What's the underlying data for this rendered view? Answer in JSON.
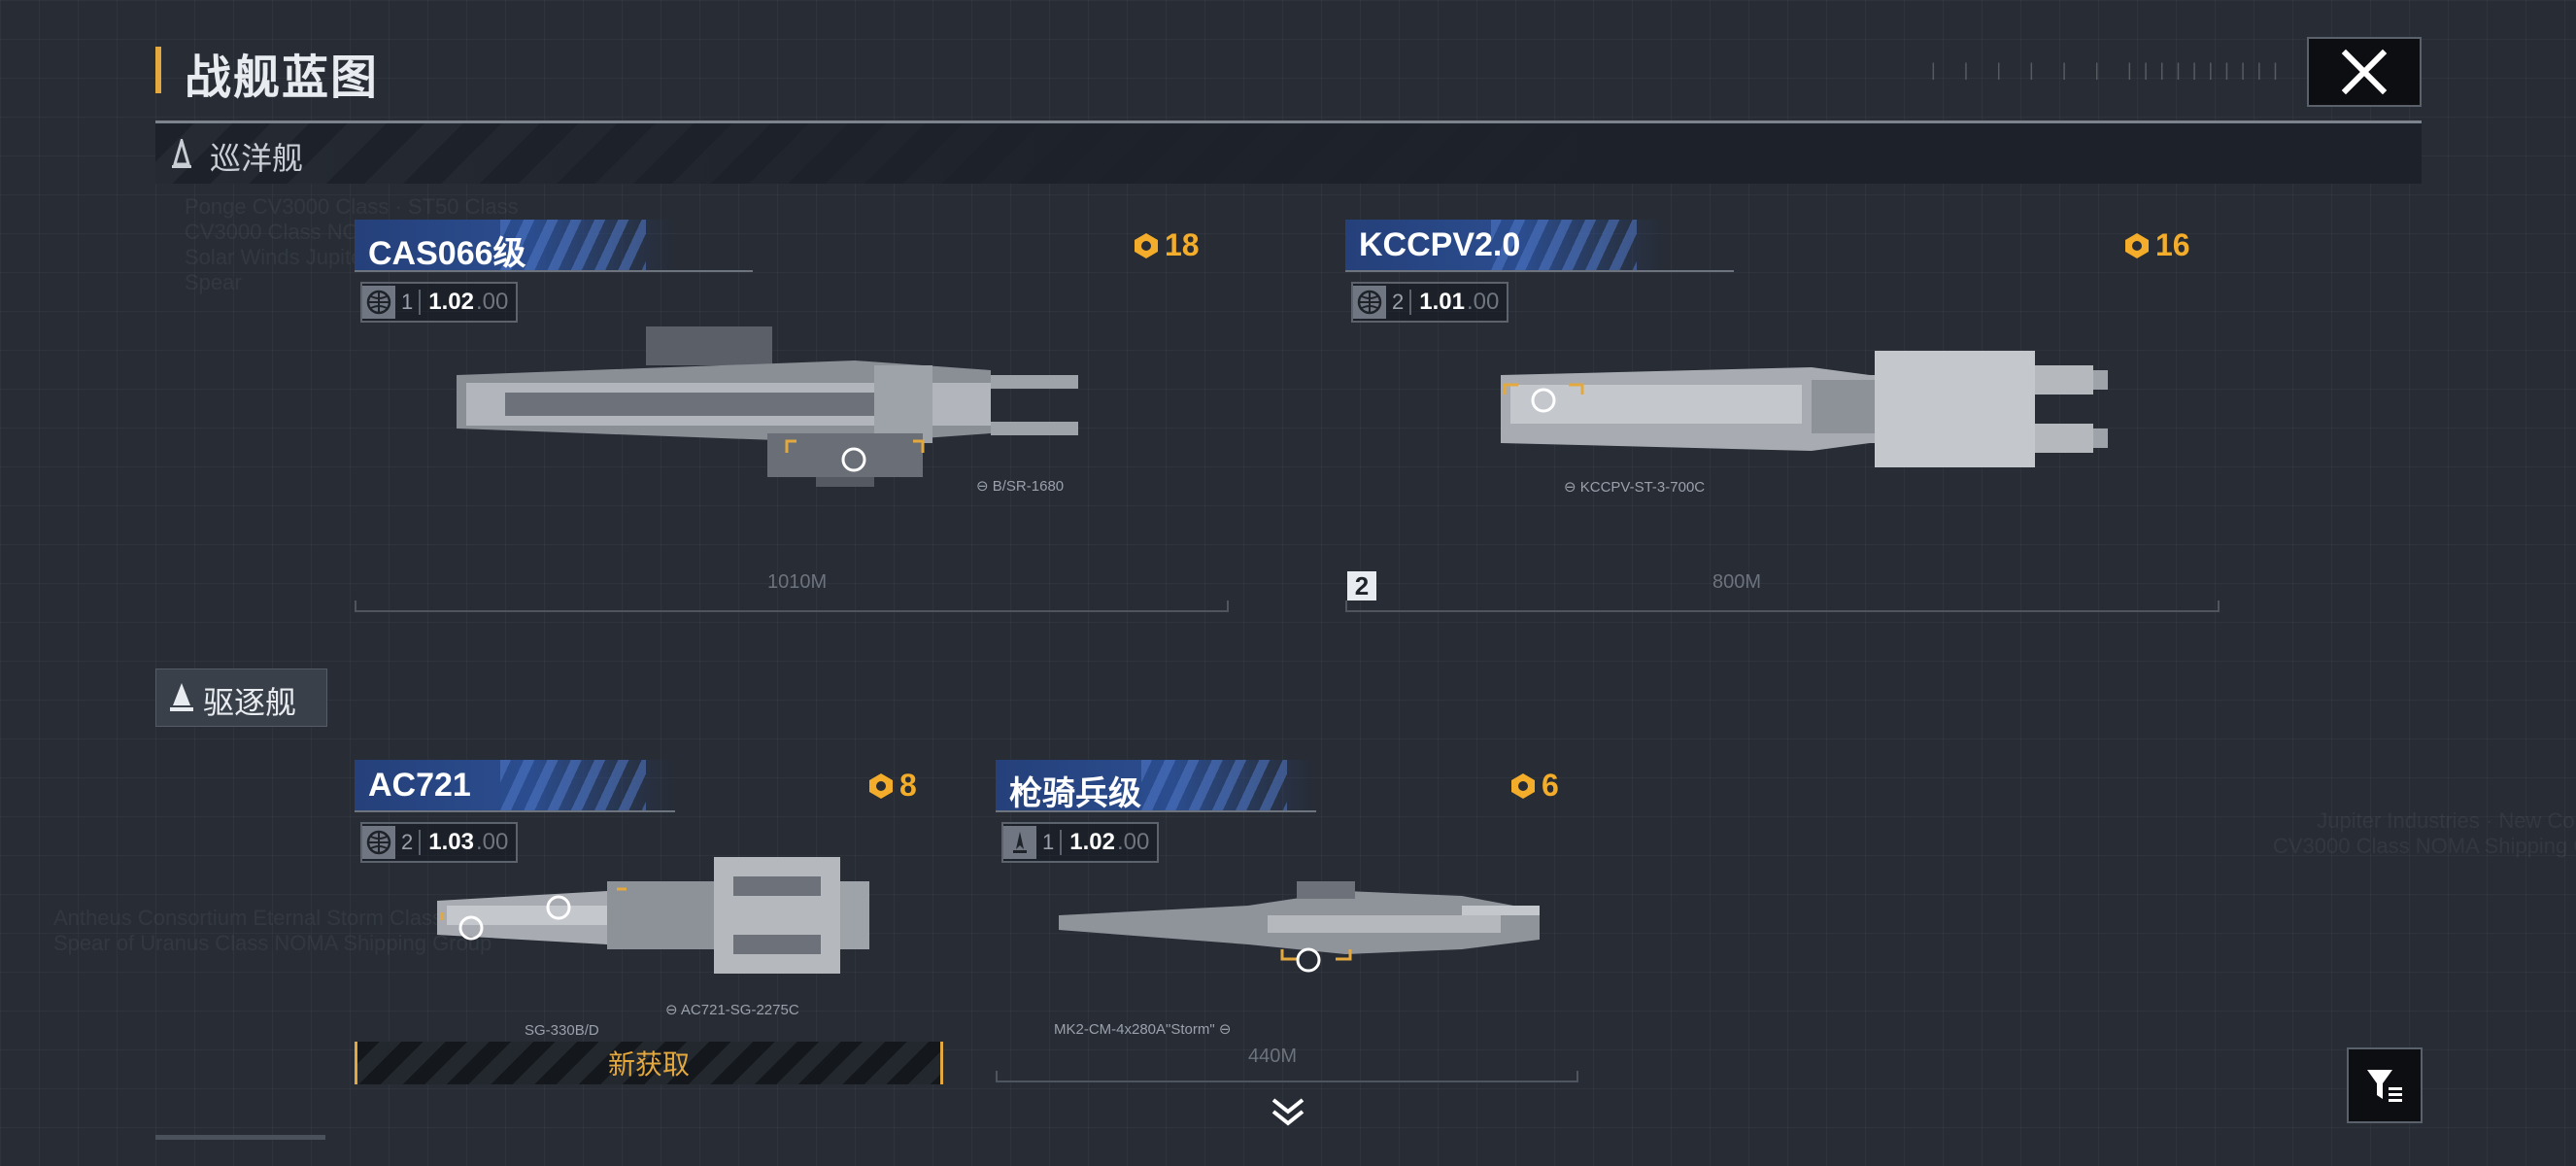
{
  "header": {
    "title": "战舰蓝图"
  },
  "sections": {
    "cruiser": {
      "label": "巡洋舰"
    },
    "destroyer": {
      "label": "驱逐舰"
    }
  },
  "ships": [
    {
      "name": "CAS066级",
      "icon": "globe-icon",
      "tier": "1",
      "version": "1.02",
      "version_suffix": ".00",
      "cost": "18",
      "weapon": "B/SR-1680",
      "length": "1010M"
    },
    {
      "name": "KCCPV2.0",
      "icon": "globe-icon",
      "tier": "2",
      "version": "1.01",
      "version_suffix": ".00",
      "cost": "16",
      "weapon": "KCCPV-ST-3-700C",
      "length": "800M",
      "tier_badge": "2"
    },
    {
      "name": "AC721",
      "icon": "globe-icon",
      "tier": "2",
      "version": "1.03",
      "version_suffix": ".00",
      "cost": "8",
      "weapon": "AC721-SG-2275C",
      "weapon2": "SG-330B/D",
      "new_label": "新获取"
    },
    {
      "name": "枪骑兵级",
      "icon": "faction-icon",
      "tier": "1",
      "version": "1.02",
      "version_suffix": ".00",
      "cost": "6",
      "weapon": "MK2-CM-4x280A\"Storm\"",
      "length": "440M"
    }
  ],
  "colors": {
    "accent": "#e3a83e",
    "name_plate": "#2b4d8f",
    "cost": "#f3ad2a"
  }
}
